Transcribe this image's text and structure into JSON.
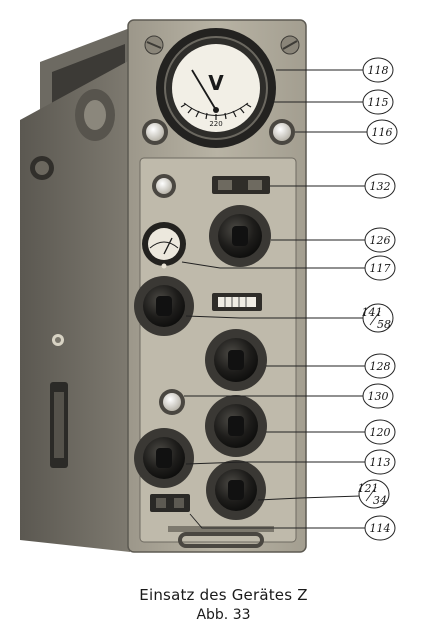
{
  "caption": {
    "title": "Einsatz des Gerätes Z",
    "figure": "Abb. 33"
  },
  "dial": {
    "symbol": "V",
    "value": "220"
  },
  "callouts": [
    {
      "id": "118",
      "label": "118"
    },
    {
      "id": "115",
      "label": "115"
    },
    {
      "id": "116",
      "label": "116"
    },
    {
      "id": "132",
      "label": "132"
    },
    {
      "id": "126",
      "label": "126"
    },
    {
      "id": "117",
      "label": "117"
    },
    {
      "id": "141-58",
      "label_top": "141",
      "label_bottom": "58"
    },
    {
      "id": "128",
      "label": "128"
    },
    {
      "id": "130",
      "label": "130"
    },
    {
      "id": "120",
      "label": "120"
    },
    {
      "id": "113",
      "label": "113"
    },
    {
      "id": "121-34",
      "label_top": "121",
      "label_bottom": "34"
    },
    {
      "id": "114",
      "label": "114"
    }
  ],
  "colors": {
    "panel": "#a9a494",
    "panel_dark": "#4a4741",
    "knob": "#1c1b19",
    "paper": "#ffffff"
  }
}
